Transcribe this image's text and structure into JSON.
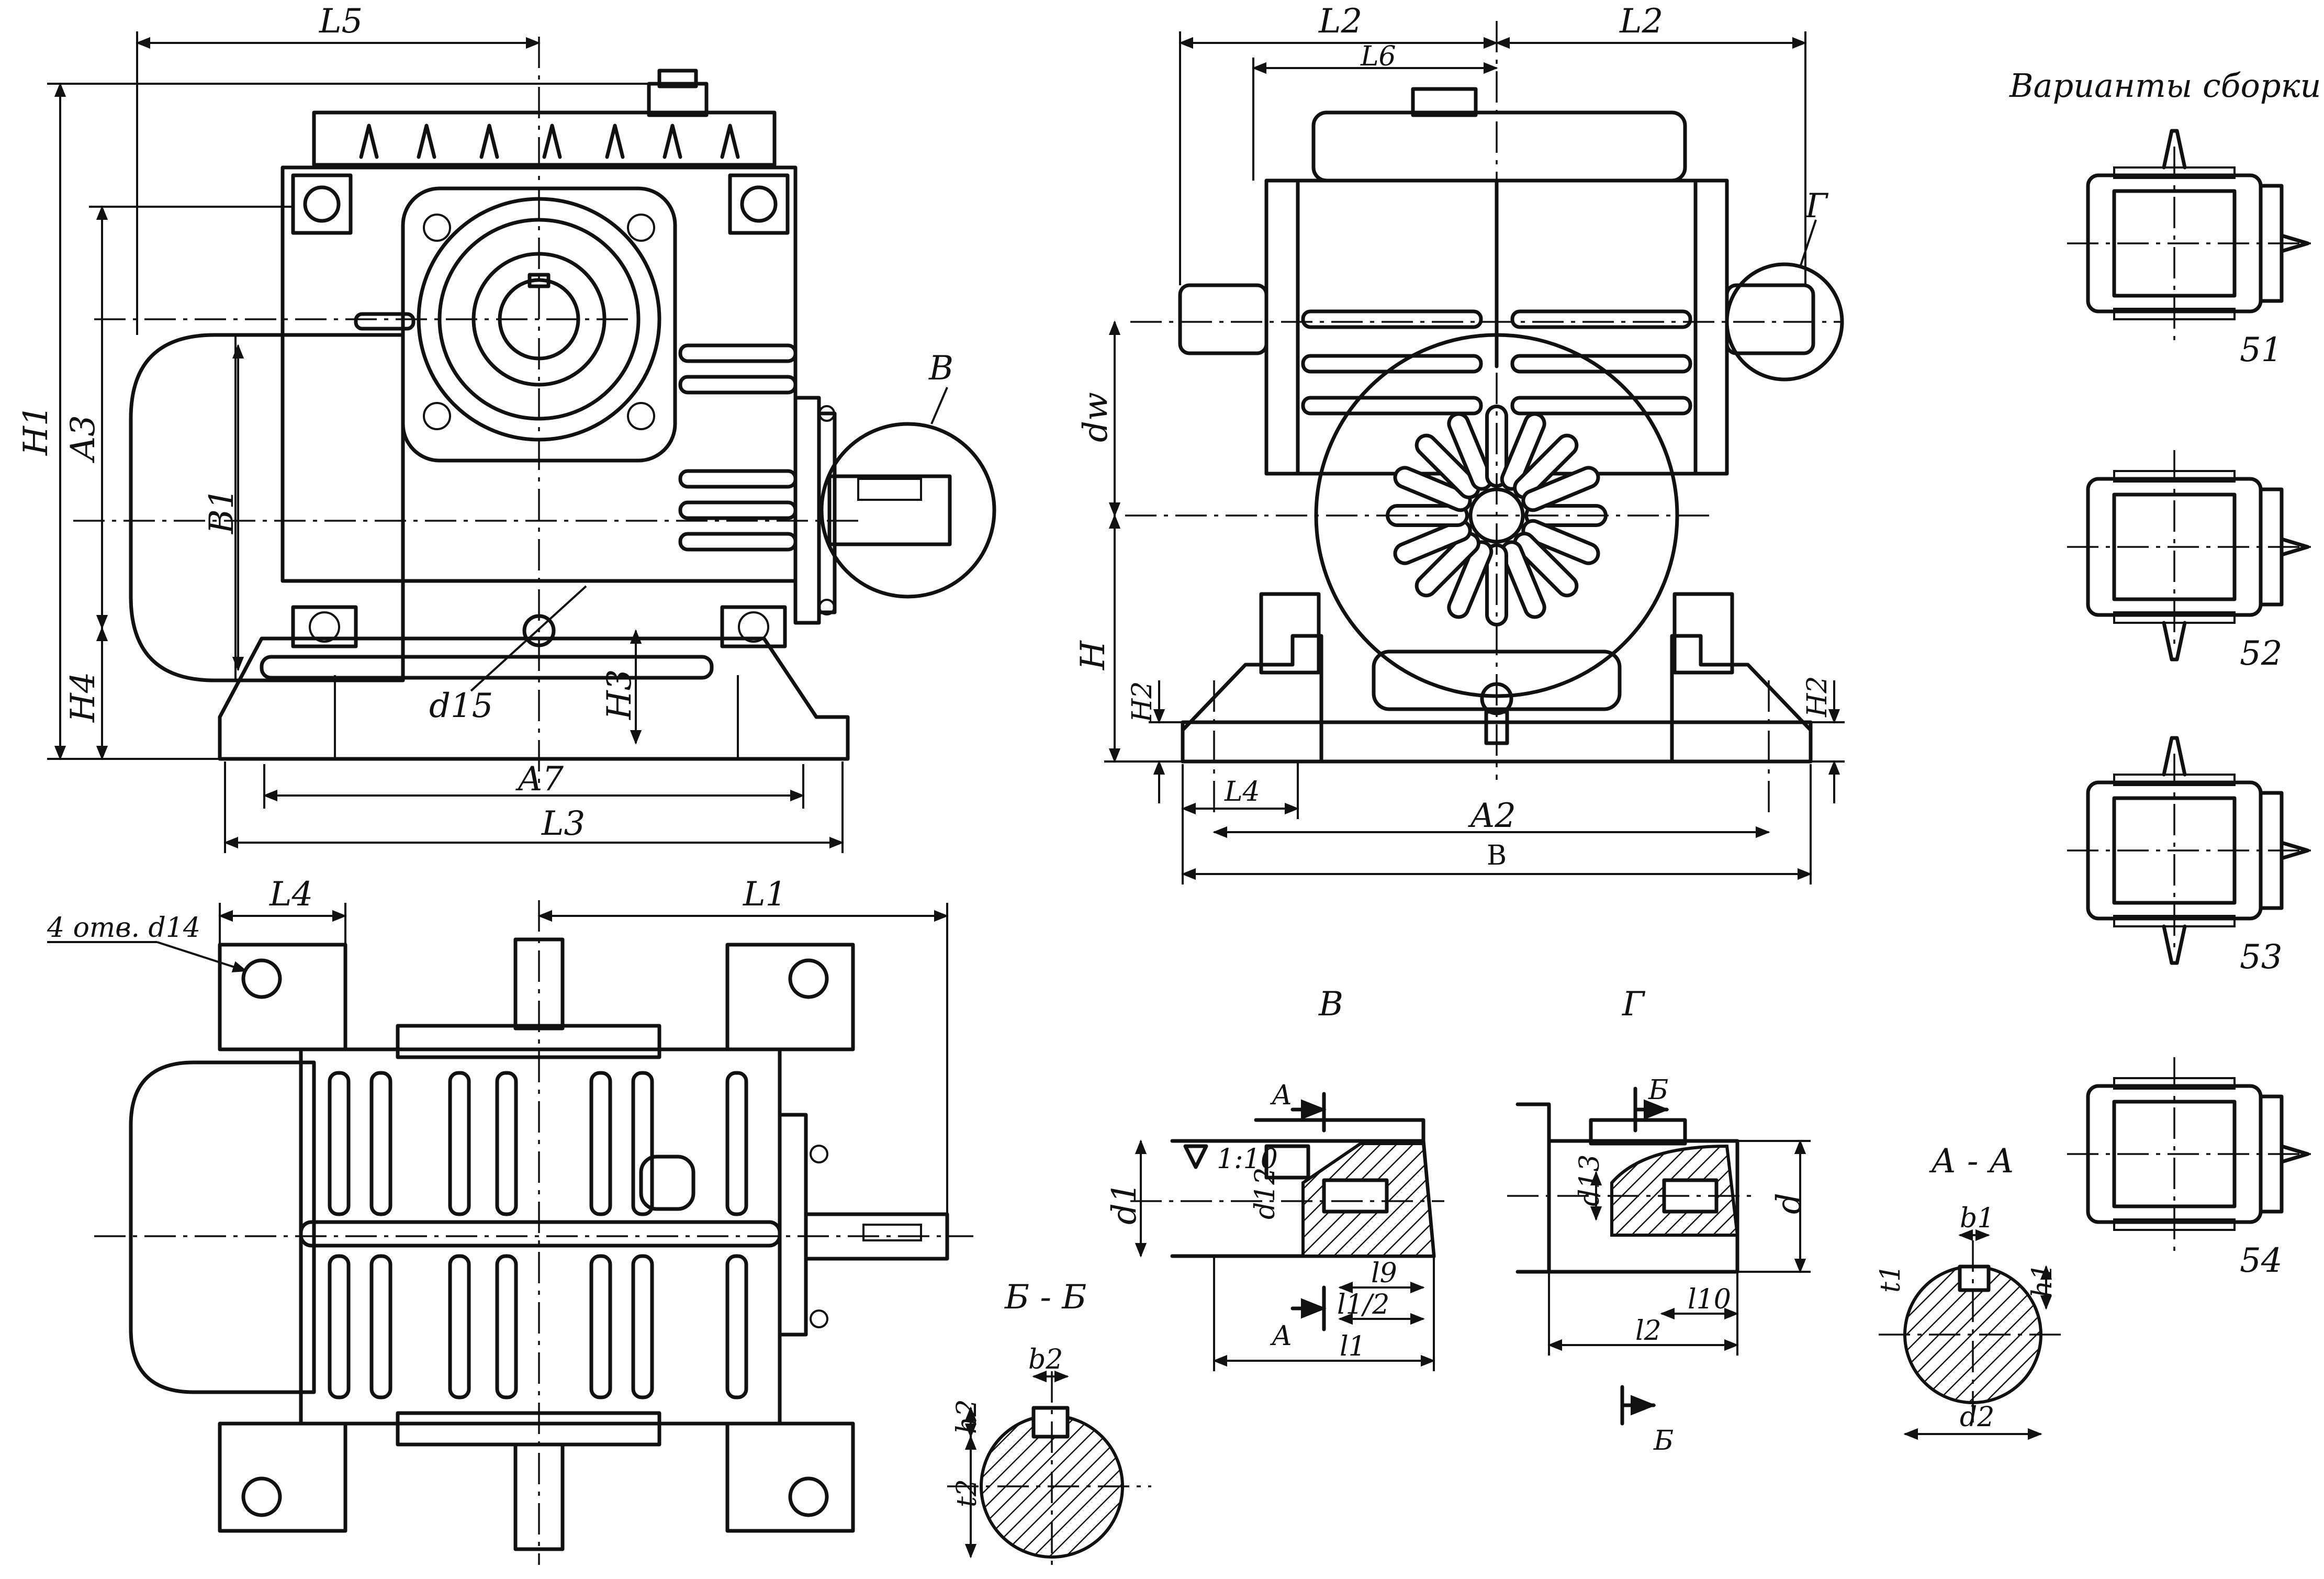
{
  "labels": {
    "L5": "L5",
    "H1": "H1",
    "A3": "A3",
    "B1": "B1",
    "H4": "H4",
    "d15": "d15",
    "H3": "H3",
    "A7": "A7",
    "L3": "L3",
    "detail_v_callout": "В",
    "L2_left": "L2",
    "L6": "L6",
    "L2_right": "L2",
    "detail_g_callout": "Г",
    "dw": "dw",
    "H": "H",
    "H2_left": "H2",
    "H2_right": "H2",
    "L4_front": "L4",
    "A2": "A2",
    "B": "B",
    "L4_plan": "L4",
    "L1": "L1",
    "holes": "4 отв. d14",
    "detail_v_title": "В",
    "section_a_top": "А",
    "section_a_bottom": "А",
    "taper": "1:10",
    "d1": "d1",
    "d12": "d12",
    "l9": "l9",
    "l1_half": "l1/2",
    "l1": "l1",
    "detail_g_title": "Г",
    "section_b_top": "Б",
    "section_b_bottom": "Б",
    "d13": "d13",
    "d": "d",
    "l10": "l10",
    "l2": "l2",
    "section_aa_title": "А - А",
    "b1": "b1",
    "t1": "t1",
    "h1": "h1",
    "d2": "d2",
    "section_bb_title": "Б - Б",
    "b2": "b2",
    "h2": "h2",
    "t2": "t2"
  },
  "variants": {
    "title": "Варианты сборки",
    "items": [
      {
        "num": "51"
      },
      {
        "num": "52"
      },
      {
        "num": "53"
      },
      {
        "num": "54"
      }
    ]
  }
}
